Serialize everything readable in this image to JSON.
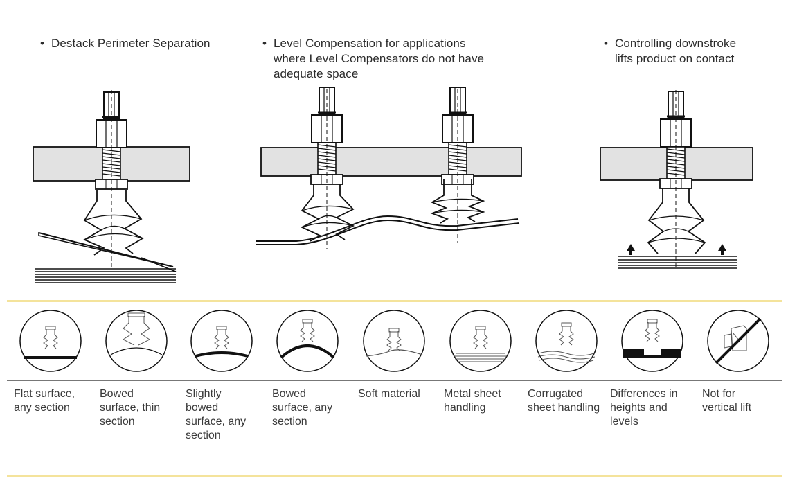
{
  "captions": [
    {
      "lines": [
        "Destack Perimeter Separation"
      ]
    },
    {
      "lines": [
        "Level Compensation for applications",
        "where Level Compensators do not have",
        "adequate space"
      ]
    },
    {
      "lines": [
        "Controlling  downstroke",
        "lifts product on contact"
      ]
    }
  ],
  "bullet": "•",
  "applications": [
    {
      "icon": "flat-surface-icon",
      "lines": [
        "Flat surface,",
        "any section"
      ]
    },
    {
      "icon": "bowed-thin-icon",
      "lines": [
        "Bowed",
        "surface, thin",
        "section"
      ]
    },
    {
      "icon": "slightly-bowed-icon",
      "lines": [
        "Slightly",
        "bowed",
        "surface, any",
        "section"
      ]
    },
    {
      "icon": "bowed-any-icon",
      "lines": [
        "Bowed",
        "surface, any",
        "section"
      ]
    },
    {
      "icon": "soft-material-icon",
      "lines": [
        "Soft material"
      ]
    },
    {
      "icon": "metal-sheet-icon",
      "lines": [
        "Metal sheet",
        "handling"
      ]
    },
    {
      "icon": "corrugated-sheet-icon",
      "lines": [
        "Corrugated",
        "sheet handling"
      ]
    },
    {
      "icon": "height-differences-icon",
      "lines": [
        "Differences in",
        "heights and",
        "levels"
      ]
    },
    {
      "icon": "not-vertical-icon",
      "lines": [
        "Not for",
        "vertical lift"
      ]
    }
  ],
  "colors": {
    "accent_rule": "#f4e39b",
    "ink": "#111111",
    "plate": "#e2e2e2"
  }
}
